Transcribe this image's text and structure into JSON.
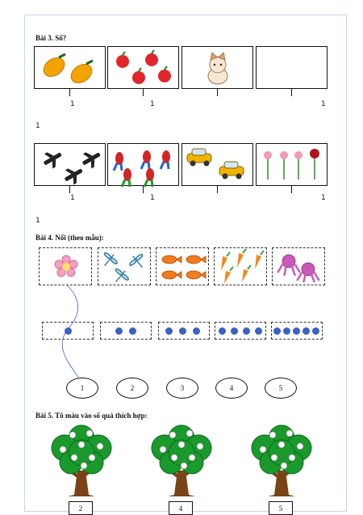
{
  "bai3": {
    "heading": "Bài 3. Số?",
    "row1": [
      {
        "icon": "mango-icon"
      },
      {
        "icon": "apple-icon"
      },
      {
        "icon": "cat-icon"
      },
      {
        "icon": "empty-box"
      }
    ],
    "row1_answers": [
      "1",
      "1",
      "1"
    ],
    "row1_overflow": "1",
    "row2": [
      {
        "icon": "airplane-icon"
      },
      {
        "icon": "parrot-icon"
      },
      {
        "icon": "car-icon"
      },
      {
        "icon": "rose-icon"
      }
    ],
    "row2_answers": [
      "1",
      "1",
      "1"
    ],
    "row2_overflow": "1"
  },
  "bai4": {
    "heading": "Bài 4. Nối (theo mẫu):",
    "pictures": [
      "flower-icon",
      "dragonfly-icon",
      "fish-icon",
      "carrot-icon",
      "octopus-icon"
    ],
    "dot_counts": [
      1,
      2,
      3,
      4,
      5
    ],
    "numbers": [
      "1",
      "2",
      "3",
      "4",
      "5"
    ]
  },
  "bai5": {
    "heading": "Bài 5. Tô màu vào số quả thích hợp:",
    "trees": [
      {
        "apples": 8,
        "label": "2"
      },
      {
        "apples": 8,
        "label": "4"
      },
      {
        "apples": 8,
        "label": "5"
      }
    ]
  },
  "colors": {
    "dot": "#3a62c6",
    "tree": "#1a9a2c",
    "trunk": "#7a4416",
    "apple_red": "#e0262b",
    "mango": "#f5a300"
  }
}
